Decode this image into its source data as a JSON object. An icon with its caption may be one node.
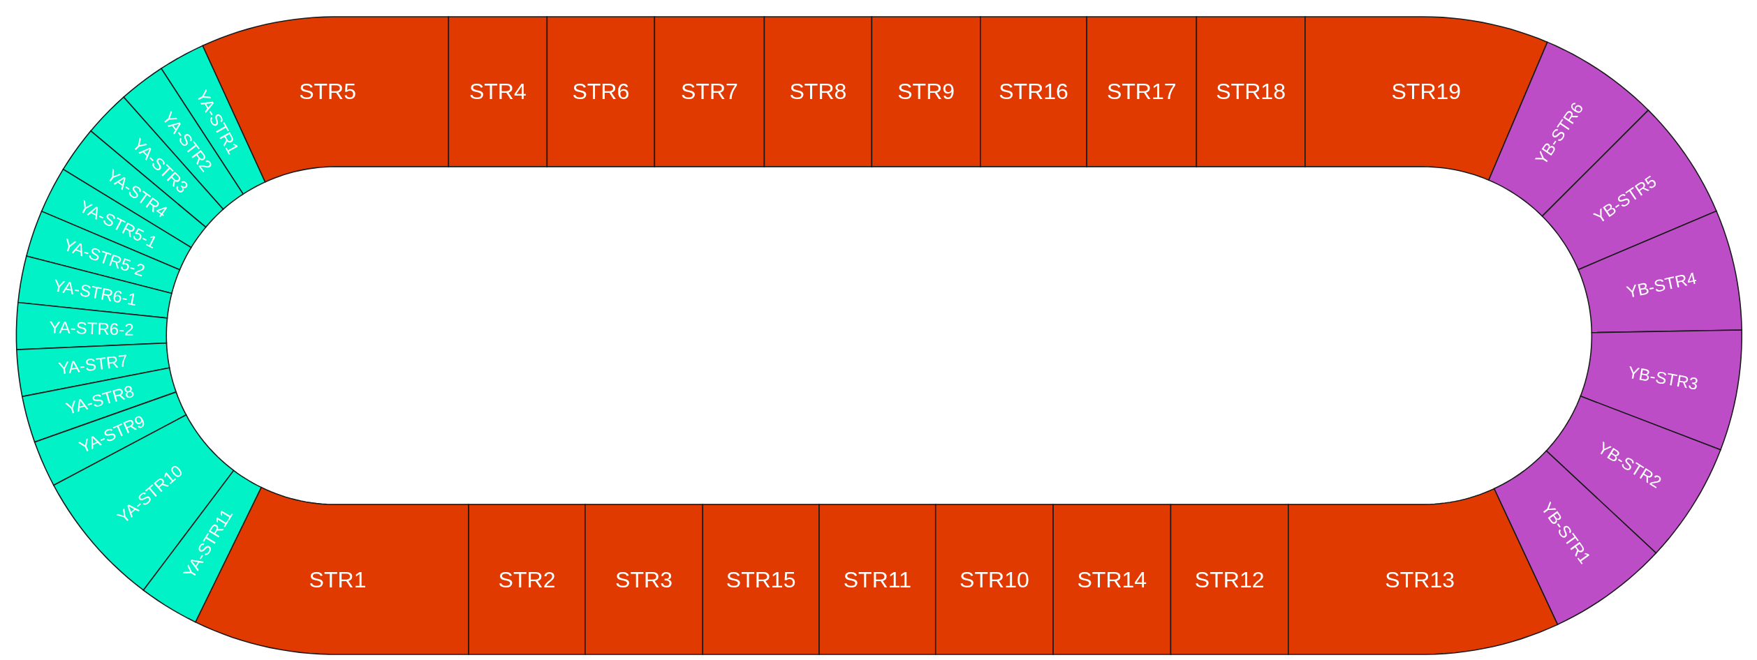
{
  "diagram": {
    "nodes": [
      {
        "text": [
          "STR5"
        ]
      },
      {
        "text": [
          "STR4"
        ]
      },
      {
        "text": [
          "STR6"
        ]
      },
      {
        "text": [
          "STR7"
        ]
      },
      {
        "text": [
          "STR8"
        ]
      },
      {
        "text": [
          "STR9"
        ]
      },
      {
        "text": [
          "STR16"
        ]
      },
      {
        "text": [
          "STR17"
        ]
      },
      {
        "text": [
          "STR18"
        ]
      },
      {
        "text": [
          "STR19"
        ]
      },
      {
        "text": [
          "YA-STR1"
        ]
      },
      {
        "text": [
          "YA-STR2"
        ]
      },
      {
        "text": [
          "YA-STR3"
        ]
      },
      {
        "text": [
          "YA-STR4"
        ]
      },
      {
        "text": [
          "YA-STR5-1"
        ]
      },
      {
        "text": [
          "YA-STR5-2"
        ]
      },
      {
        "text": [
          "YA-STR6-1"
        ]
      },
      {
        "text": [
          "YA-STR6-2"
        ]
      },
      {
        "text": [
          "YA-STR7"
        ]
      },
      {
        "text": [
          "YA-STR8"
        ]
      },
      {
        "text": [
          "YA-STR9"
        ]
      },
      {
        "text": [
          "YA-STR10"
        ]
      },
      {
        "text": [
          "YA-STR11"
        ]
      },
      {
        "text": [
          "YB-STR6"
        ]
      },
      {
        "text": [
          "YB-STR5"
        ]
      },
      {
        "text": [
          "YB-STR4"
        ]
      },
      {
        "text": [
          "YB-STR3"
        ]
      },
      {
        "text": [
          "YB-STR2"
        ]
      },
      {
        "text": [
          "YB-STR1"
        ]
      },
      {
        "text": [
          "STR1"
        ]
      },
      {
        "text": [
          "STR2"
        ]
      },
      {
        "text": [
          "STR3"
        ]
      },
      {
        "text": [
          "STR15"
        ]
      },
      {
        "text": [
          "STR11"
        ]
      },
      {
        "text": [
          "STR10"
        ]
      },
      {
        "text": [
          "STR14"
        ]
      },
      {
        "text": [
          "STR12"
        ]
      },
      {
        "text": [
          "STR13"
        ]
      }
    ]
  }
}
